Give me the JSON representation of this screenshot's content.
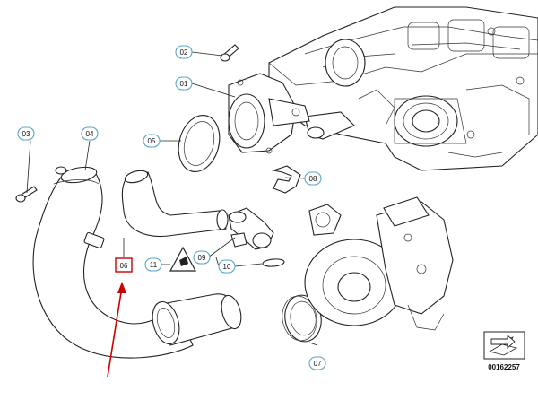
{
  "callouts": [
    {
      "id": "01",
      "label": "01"
    },
    {
      "id": "02",
      "label": "02"
    },
    {
      "id": "03",
      "label": "03"
    },
    {
      "id": "04",
      "label": "04"
    },
    {
      "id": "05",
      "label": "05"
    },
    {
      "id": "06",
      "label": "06"
    },
    {
      "id": "07",
      "label": "07"
    },
    {
      "id": "08",
      "label": "08"
    },
    {
      "id": "09",
      "label": "09"
    },
    {
      "id": "10",
      "label": "10"
    },
    {
      "id": "11",
      "label": "11"
    }
  ],
  "highlighted_part": "06",
  "reference_number": "00162257",
  "colors": {
    "callout_border": "#5aa7c8",
    "highlight": "#cc0000",
    "line": "#222222"
  }
}
